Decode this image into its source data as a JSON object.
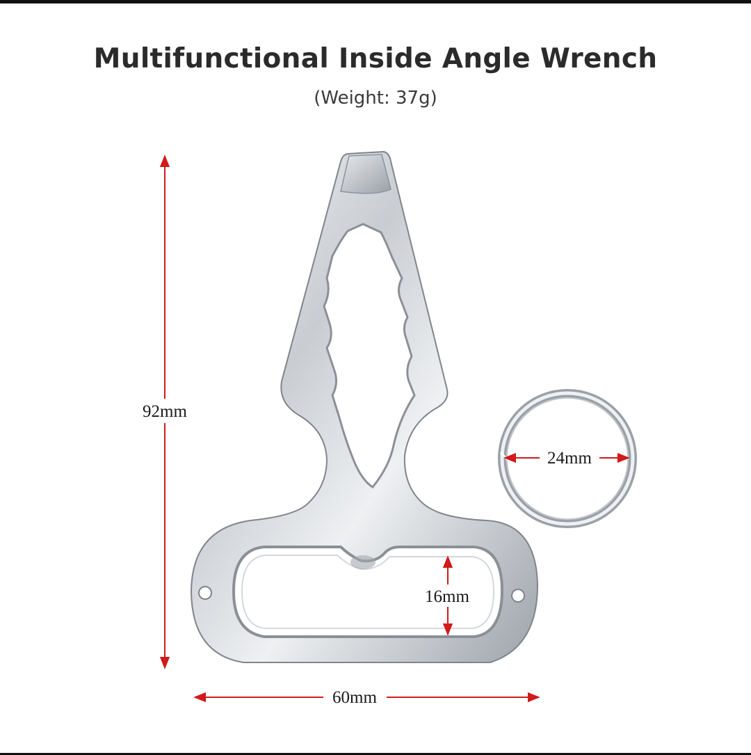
{
  "title": "Multifunctional Inside Angle Wrench",
  "subtitle": "(Weight: 37g)",
  "dimensions": {
    "height": "92mm",
    "width": "60mm",
    "slot": "16mm",
    "ring": "24mm"
  },
  "colors": {
    "dimension_line": "#d11a1a",
    "metal_dark": "#8a8f96",
    "metal_light": "#f2f4f6"
  }
}
